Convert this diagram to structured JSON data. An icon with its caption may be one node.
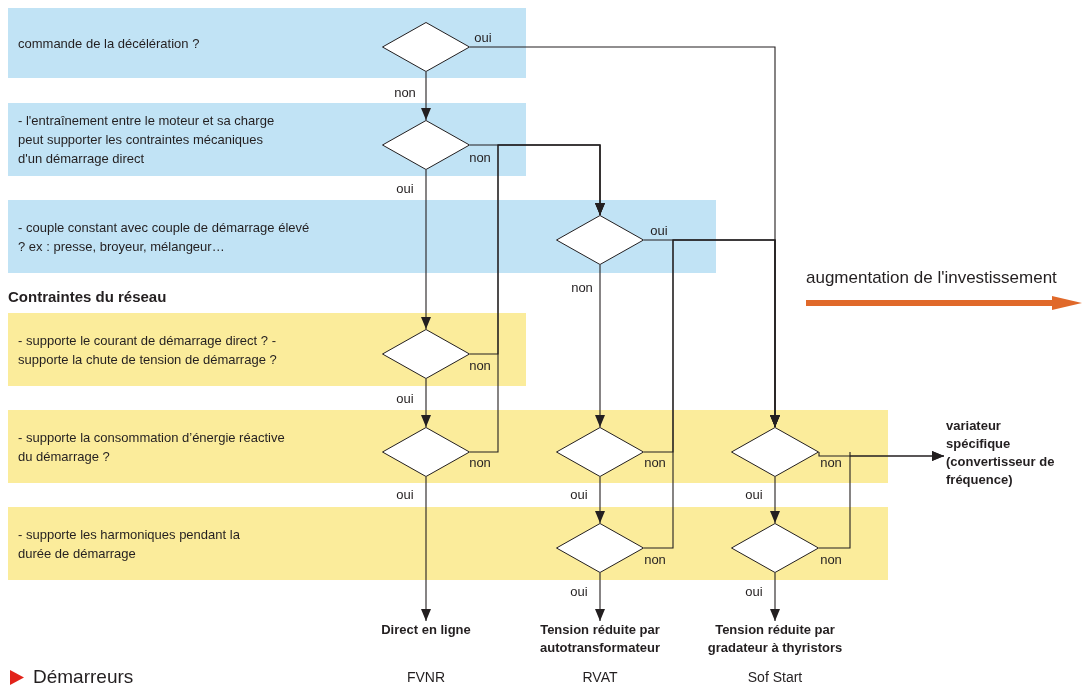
{
  "diagram": {
    "nodes": [
      {
        "text": [
          "commande de la décélération ?"
        ]
      },
      {
        "text": [],
        "shape": "diamond",
        "in": 0
      },
      {
        "text": [
          "- l'entraînement entre le moteur et sa charge peut supporter les contraintes mécaniques d'un démarrage direct"
        ]
      },
      {
        "text": [],
        "shape": "diamond",
        "in": 2
      },
      {
        "text": [
          "- couple constant avec couple de démarrage élevé ? ex : presse, broyeur, mélangeur…"
        ]
      },
      {
        "text": [],
        "shape": "diamond",
        "in": 4
      },
      {
        "text": [
          "- supporte le courant de démarrage direct ? - supporte la chute de tension de démarrage ?"
        ]
      },
      {
        "text": [],
        "shape": "diamond",
        "in": 6
      },
      {
        "text": [
          "- supporte la consommation d’énergie réactive du démarrage ?"
        ]
      },
      {
        "text": [],
        "shape": "diamond",
        "in": 8
      },
      {
        "text": [],
        "shape": "diamond",
        "in": 8
      },
      {
        "text": [],
        "shape": "diamond",
        "in": 8
      },
      {
        "text": [
          "- supporte les harmoniques pendant la durée de démarrage"
        ]
      },
      {
        "text": [],
        "shape": "diamond",
        "in": 12
      },
      {
        "text": [],
        "shape": "diamond",
        "in": 12
      },
      {
        "text": [
          "Direct en ligne"
        ],
        "beside": [
          "FVNR"
        ]
      },
      {
        "text": [
          "Tension réduite par autotransformateur"
        ],
        "beside": [
          "RVAT"
        ]
      },
      {
        "text": [
          "Tension réduite par gradateur à thyristors"
        ],
        "beside": [
          "Sof Start"
        ]
      },
      {
        "text": [
          "variateur spécifique (convertisseur de fréquence)"
        ]
      }
    ],
    "edges": [
      {
        "from": 1,
        "to": 3,
        "arrow": "to",
        "label": "non"
      },
      {
        "from": 1,
        "to": 11,
        "arrow": "to",
        "label": "oui"
      },
      {
        "from": 3,
        "to": 5,
        "arrow": "to",
        "label": "non"
      },
      {
        "from": 3,
        "to": 7,
        "arrow": "to",
        "label": "oui"
      },
      {
        "from": 5,
        "to": 11,
        "arrow": "to",
        "label": "oui"
      },
      {
        "from": 5,
        "to": 10,
        "arrow": "to",
        "label": "non"
      },
      {
        "from": 7,
        "to": 9,
        "arrow": "to",
        "label": "oui"
      },
      {
        "from": 7,
        "to": 5,
        "arrow": "to",
        "label": "non"
      },
      {
        "from": 9,
        "to": 15,
        "arrow": "to",
        "label": "oui"
      },
      {
        "from": 9,
        "to": 5,
        "arrow": "to",
        "label": "non"
      },
      {
        "from": 10,
        "to": 13,
        "arrow": "to",
        "label": "oui"
      },
      {
        "from": 10,
        "to": 11,
        "arrow": "to",
        "label": "non"
      },
      {
        "from": 11,
        "to": 14,
        "arrow": "to",
        "label": "oui"
      },
      {
        "from": 11,
        "to": 18,
        "arrow": "to",
        "label": "non"
      },
      {
        "from": 13,
        "to": 16,
        "arrow": "to",
        "label": "oui"
      },
      {
        "from": 13,
        "to": 11,
        "arrow": "to",
        "label": "non"
      },
      {
        "from": 14,
        "to": 17,
        "arrow": "to",
        "label": "oui"
      },
      {
        "from": 14,
        "to": 18,
        "arrow": "to",
        "label": "non"
      }
    ],
    "labels": [
      "augmentation de l'investissement",
      "Contraintes du réseau",
      "Démarreurs"
    ]
  }
}
